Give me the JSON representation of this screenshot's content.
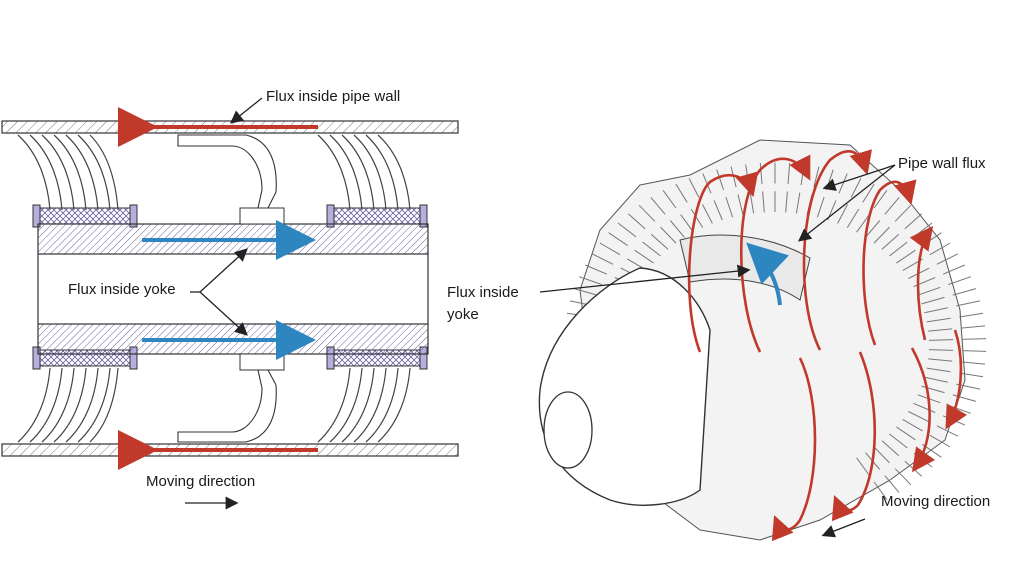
{
  "left_diagram": {
    "label_pipe_wall_flux": "Flux inside pipe wall",
    "label_yoke_flux": "Flux inside yoke",
    "label_moving_direction": "Moving direction"
  },
  "right_diagram": {
    "label_pipe_wall_flux": "Pipe wall flux",
    "label_yoke_flux_line1": "Flux inside",
    "label_yoke_flux_line2": "yoke",
    "label_moving_direction": "Moving direction"
  },
  "colors": {
    "flux_pipe": "#c0392b",
    "flux_yoke": "#2e86c1",
    "line": "#333333",
    "hatch": "#7a7a7a",
    "magnet_fill": "#9a8fc4"
  },
  "icons": [
    "arrow-right-icon",
    "arrow-down-left-icon",
    "pointer-arrow-icon"
  ]
}
